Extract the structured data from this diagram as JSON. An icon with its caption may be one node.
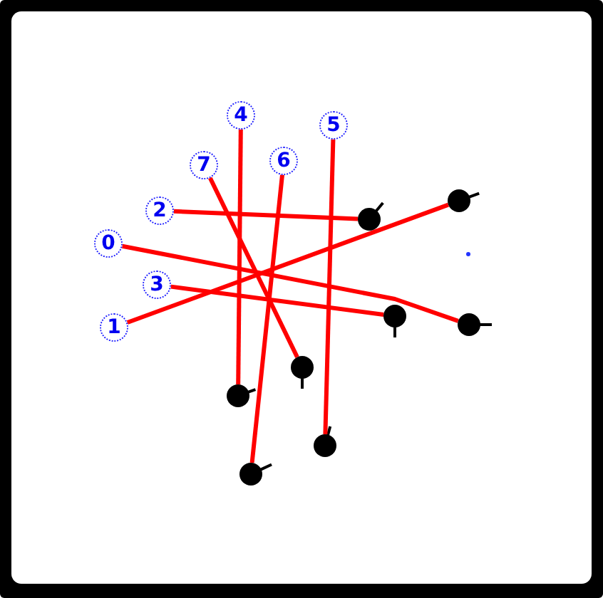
{
  "diagram": {
    "nodes": [
      {
        "text": [
          "4"
        ]
      },
      {
        "text": [
          "5"
        ]
      },
      {
        "text": [
          "7"
        ]
      },
      {
        "text": [
          "6"
        ]
      },
      {
        "text": [
          "2"
        ]
      },
      {
        "text": [
          "0"
        ]
      },
      {
        "text": [
          "3"
        ]
      },
      {
        "text": [
          "1"
        ]
      },
      {
        "text": [],
        "shape": "circle"
      },
      {
        "text": [],
        "shape": "circle"
      },
      {
        "text": [],
        "shape": "circle"
      },
      {
        "text": [],
        "shape": "circle"
      },
      {
        "text": [],
        "shape": "circle"
      },
      {
        "text": [],
        "shape": "circle"
      },
      {
        "text": [],
        "shape": "circle"
      },
      {
        "text": [],
        "shape": "circle"
      }
    ],
    "edges": [
      {
        "from": 0,
        "to": 13,
        "arrow": "none"
      },
      {
        "from": 1,
        "to": 14,
        "arrow": "none"
      },
      {
        "from": 2,
        "to": 12,
        "arrow": "none"
      },
      {
        "from": 3,
        "to": 15,
        "arrow": "none"
      },
      {
        "from": 4,
        "to": 9,
        "arrow": "none"
      },
      {
        "from": 5,
        "to": 11,
        "arrow": "none"
      },
      {
        "from": 6,
        "to": 10,
        "arrow": "none"
      },
      {
        "from": 7,
        "to": 8,
        "arrow": "none"
      }
    ]
  }
}
